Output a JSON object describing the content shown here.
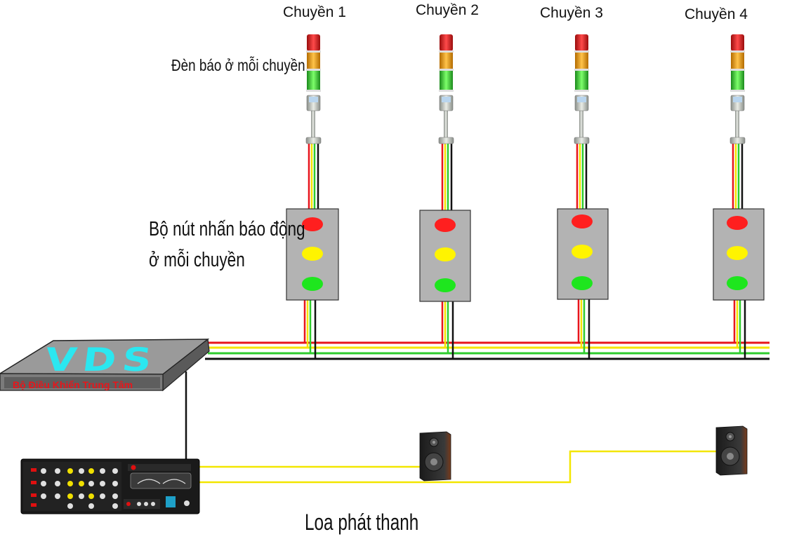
{
  "lines": [
    {
      "label": "Chuyền 1"
    },
    {
      "label": "Chuyền 2"
    },
    {
      "label": "Chuyền 3"
    },
    {
      "label": "Chuyền 4"
    }
  ],
  "labels": {
    "lamp": "Đèn báo ở mỗi chuyền",
    "button_line1": "Bộ nút nhấn báo động",
    "button_line2": "ở mỗi chuyền",
    "speaker": "Loa phát thanh"
  },
  "controller": {
    "logo": "VDS",
    "caption": "Bộ Điều Khiển Trung Tâm"
  },
  "colors": {
    "red": "#e8151b",
    "yellow": "#f5e400",
    "green": "#2ecc2e",
    "black": "#111111",
    "panel": "#b3b3b3",
    "amp_wire": "#f3e600",
    "logo": "#2be7f0"
  }
}
